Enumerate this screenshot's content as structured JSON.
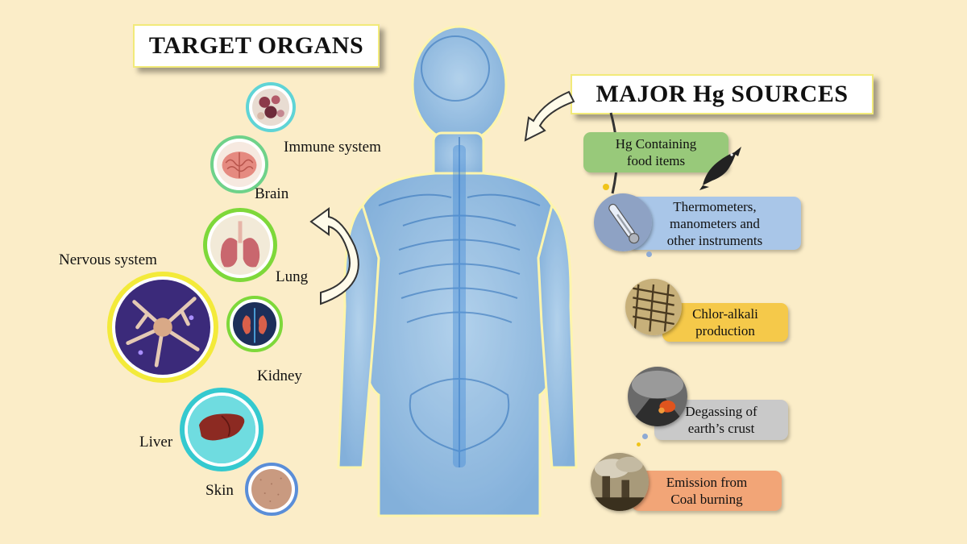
{
  "titles": {
    "target_organs": "TARGET ORGANS",
    "major_sources": "MAJOR Hg SOURCES"
  },
  "organs": [
    {
      "key": "immune",
      "label": "Immune system",
      "icon": "immune-cells-icon"
    },
    {
      "key": "brain",
      "label": "Brain",
      "icon": "brain-icon"
    },
    {
      "key": "lung",
      "label": "Lung",
      "icon": "lung-icon"
    },
    {
      "key": "nervous",
      "label": "Nervous system",
      "icon": "neuron-icon"
    },
    {
      "key": "kidney",
      "label": "Kidney",
      "icon": "kidney-icon"
    },
    {
      "key": "liver",
      "label": "Liver",
      "icon": "liver-icon"
    },
    {
      "key": "skin",
      "label": "Skin",
      "icon": "skin-icon"
    }
  ],
  "sources": [
    {
      "key": "food",
      "text_lines": [
        "Hg Containing",
        "food items"
      ],
      "color": "#98c97a",
      "icon": "fish-icon"
    },
    {
      "key": "instruments",
      "text_lines": [
        "Thermometers,",
        "manometers  and",
        "other instruments"
      ],
      "color": "#a9c6e8",
      "icon": "thermometer-icon"
    },
    {
      "key": "chloralkali",
      "text_lines": [
        "Chlor-alkali",
        "production"
      ],
      "color": "#f5c94a",
      "icon": "factory-icon"
    },
    {
      "key": "degassing",
      "text_lines": [
        "Degassing of",
        "earth’s crust"
      ],
      "color": "#c9c9c9",
      "icon": "volcano-icon"
    },
    {
      "key": "coal",
      "text_lines": [
        "Emission from",
        "Coal burning"
      ],
      "color": "#f2a577",
      "icon": "smokestack-icon"
    }
  ],
  "colors": {
    "background": "#fbedc8",
    "body": "#7fb3e8",
    "title_border": "#f2ea7a"
  }
}
